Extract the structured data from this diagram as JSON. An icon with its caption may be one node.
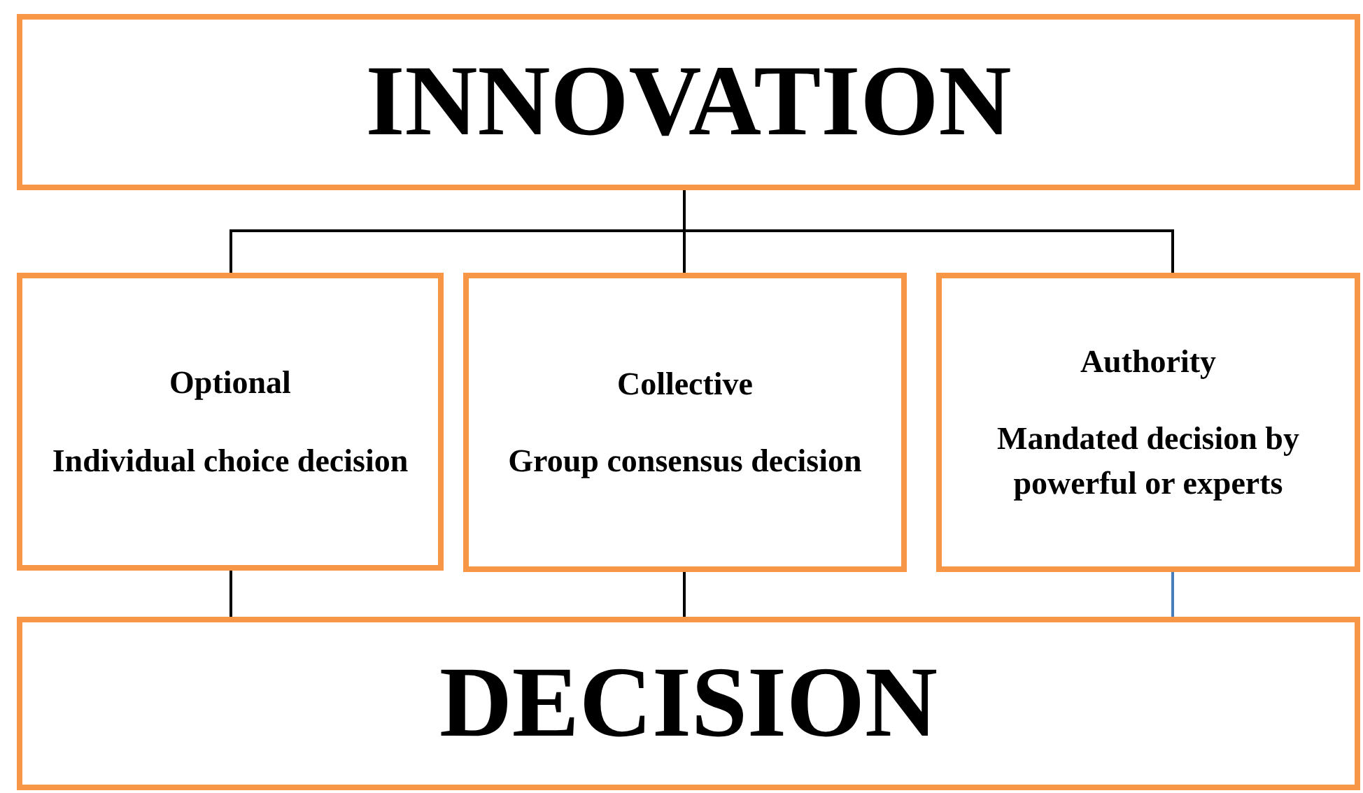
{
  "diagram": {
    "nodes": [
      {
        "text": [
          "INNOVATION"
        ]
      },
      {
        "text": [
          "Optional",
          "Individual choice decision"
        ]
      },
      {
        "text": [
          "Collective",
          "Group consensus decision"
        ]
      },
      {
        "text": [
          "Authority",
          "Mandated decision by powerful or experts"
        ]
      },
      {
        "text": [
          "DECISION"
        ]
      }
    ],
    "edges": [
      {
        "from": 0,
        "to": 1,
        "arrow": "none"
      },
      {
        "from": 0,
        "to": 2,
        "arrow": "none"
      },
      {
        "from": 0,
        "to": 3,
        "arrow": "none"
      },
      {
        "from": 1,
        "to": 4,
        "arrow": "none"
      },
      {
        "from": 2,
        "to": 4,
        "arrow": "none"
      },
      {
        "from": 3,
        "to": 4,
        "arrow": "none",
        "color": "#4a7ebb"
      }
    ]
  }
}
